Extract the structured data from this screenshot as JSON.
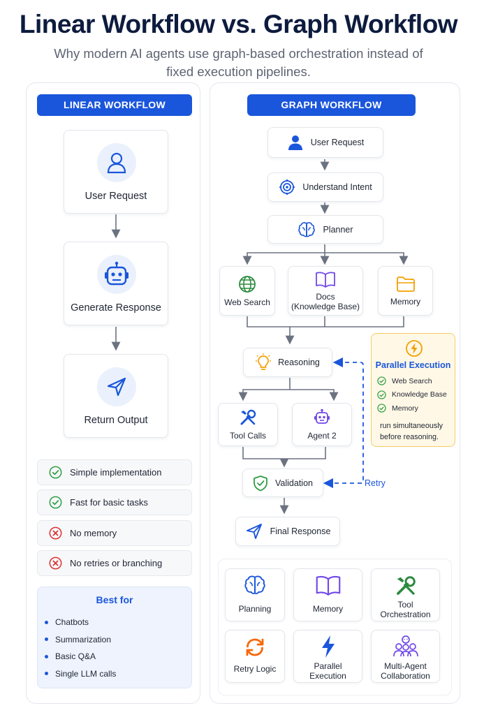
{
  "title": "Linear Workflow vs. Graph Workflow",
  "subtitle": "Why modern AI agents use graph-based orchestration instead of fixed execution pipelines.",
  "linear": {
    "header": "LINEAR WORKFLOW",
    "steps": [
      "User Request",
      "Generate Response",
      "Return Output"
    ],
    "pros": [
      "Simple implementation",
      "Fast for basic tasks"
    ],
    "cons": [
      "No memory",
      "No retries or branching"
    ],
    "best_for": {
      "heading": "Best for",
      "items": [
        "Chatbots",
        "Summarization",
        "Basic Q&A",
        "Single LLM calls"
      ]
    }
  },
  "graph": {
    "header": "GRAPH WORKFLOW",
    "nodes": {
      "user_request": "User Request",
      "understand_intent": "Understand Intent",
      "planner": "Planner",
      "web_search": "Web Search",
      "docs_line1": "Docs",
      "docs_line2": "(Knowledge Base)",
      "memory": "Memory",
      "reasoning": "Reasoning",
      "tool_calls": "Tool Calls",
      "agent2": "Agent 2",
      "validation": "Validation",
      "final_response": "Final Response"
    },
    "retry_label": "Retry",
    "parallel": {
      "heading": "Parallel Execution",
      "items": [
        "Web Search",
        "Knowledge Base",
        "Memory"
      ],
      "note": "run simultaneously before reasoning."
    },
    "capabilities": {
      "planning": "Planning",
      "memory": "Memory",
      "tool_l1": "Tool",
      "tool_l2": "Orchestration",
      "retry": "Retry Logic",
      "parallel_l1": "Parallel",
      "parallel_l2": "Execution",
      "multi_l1": "Multi-Agent",
      "multi_l2": "Collaboration"
    }
  },
  "colors": {
    "accent": "#1a56db",
    "success": "#2f9e44",
    "error": "#e03131",
    "warning": "#f59f00",
    "purple": "#7048e8",
    "orange": "#f76707"
  }
}
